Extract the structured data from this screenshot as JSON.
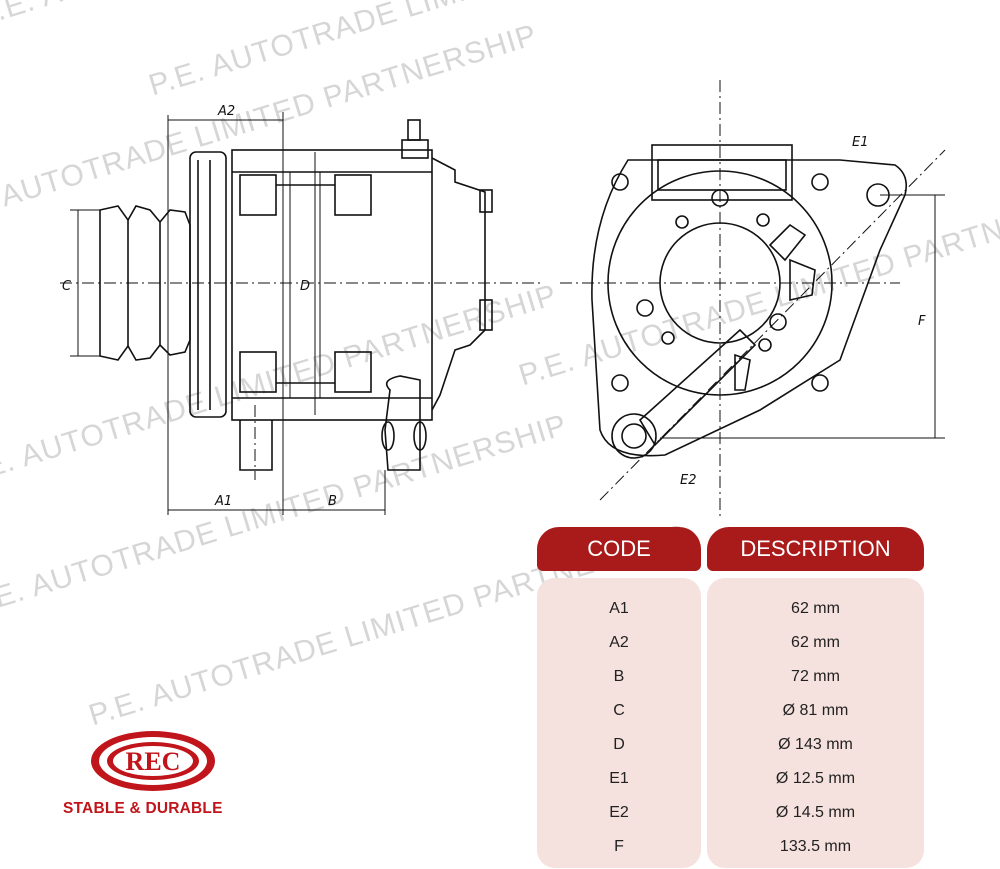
{
  "watermark": "P.E. AUTOTRADE LIMITED PARTNERSHIP",
  "drawing_labels": {
    "a2": "A2",
    "a1": "A1",
    "b": "B",
    "c": "C",
    "d": "D",
    "e1": "E1",
    "e2": "E2",
    "f": "F"
  },
  "table": {
    "code_header": "CODE",
    "description_header": "DESCRIPTION",
    "rows": [
      {
        "code": "A1",
        "description": "62 mm"
      },
      {
        "code": "A2",
        "description": "62 mm"
      },
      {
        "code": "B",
        "description": "72 mm"
      },
      {
        "code": "C",
        "description": "Ø 81 mm"
      },
      {
        "code": "D",
        "description": "Ø 143 mm"
      },
      {
        "code": "E1",
        "description": "Ø 12.5 mm"
      },
      {
        "code": "E2",
        "description": "Ø 14.5 mm"
      },
      {
        "code": "F",
        "description": "133.5 mm"
      }
    ]
  },
  "brand": {
    "logo_text": "REC",
    "tagline": "STABLE & DURABLE",
    "color": "#c0151a"
  },
  "colors": {
    "header": "#a91b1b",
    "table_body": "#f5e1dd"
  }
}
